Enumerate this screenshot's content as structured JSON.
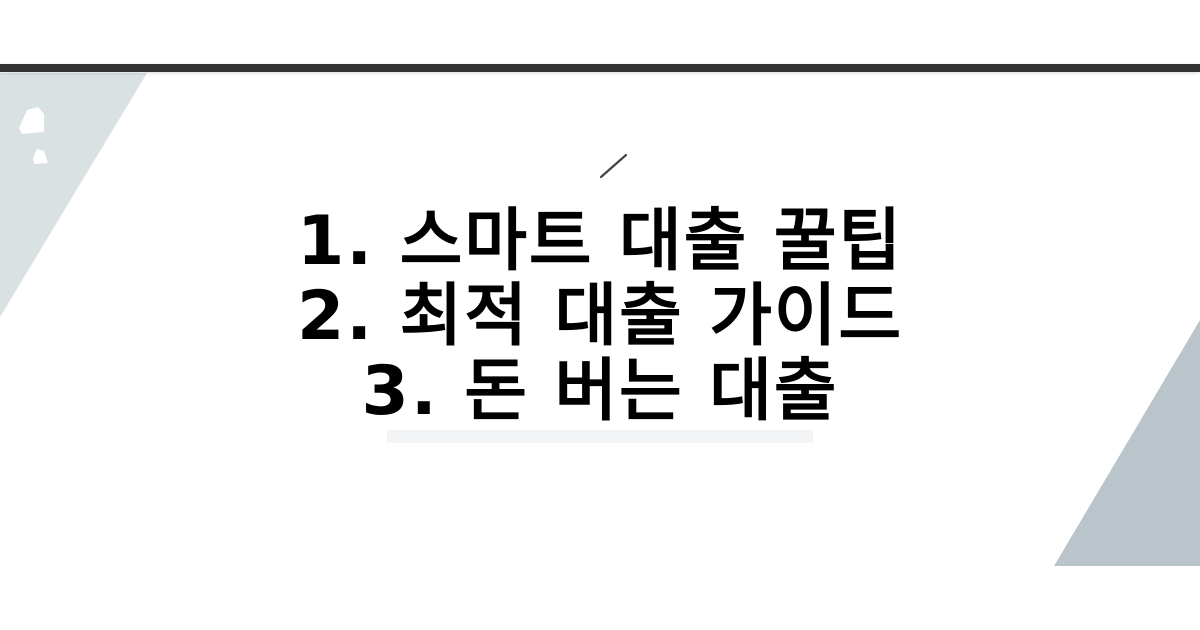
{
  "title": {
    "lines": [
      "1. 스마트 대출 꿀팁",
      "2. 최적 대출 가이드",
      "3. 돈 버는 대출"
    ]
  },
  "colors": {
    "top_bar": "#333333",
    "left_shape": "#dae1e3",
    "right_shape": "#b9c5cb",
    "underline": "#f3f4f6",
    "text": "#000000",
    "background": "#ffffff"
  }
}
